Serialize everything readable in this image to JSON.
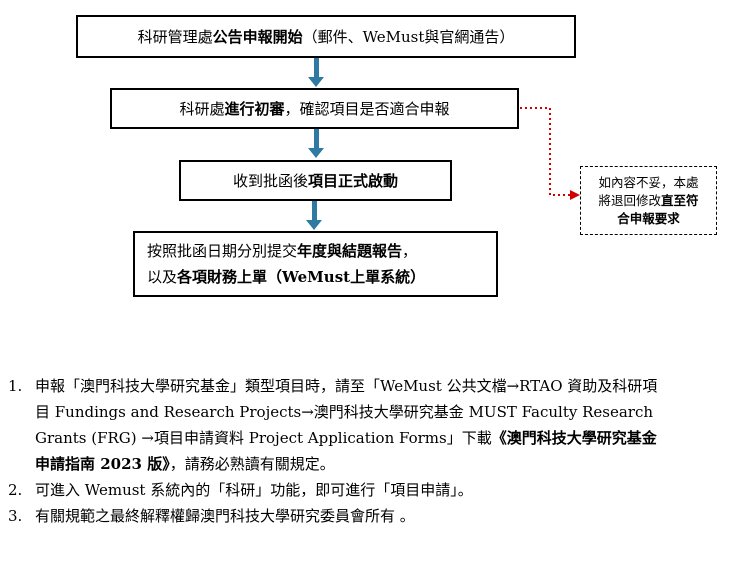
{
  "flow": {
    "step1": {
      "pre": "科研管理處",
      "bold": "公告申報開始",
      "post": "（郵件、WeMust與官網通告）"
    },
    "step2": {
      "pre": "科研處",
      "bold": "進行初審",
      "post": "，確認項目是否適合申報"
    },
    "step3": {
      "pre": "收到批函後",
      "bold": "項目正式啟動",
      "post": ""
    },
    "step4": {
      "line1_pre": "按照批函日期分別提交",
      "line1_bold": "年度與結題報告",
      "line1_post": "，",
      "line2_pre": "以及",
      "line2_bold": "各項財務上單（WeMust上單系統）",
      "line2_post": ""
    },
    "side": {
      "line1": "如內容不妥，本處",
      "line2_pre": "將退回修改",
      "line2_bold": "直至符",
      "line3_bold": "合申報要求"
    }
  },
  "colors": {
    "arrow": "#2f7aa3",
    "dotted": "#d00000"
  },
  "notes": [
    {
      "num": "1.",
      "pre": "申報「澳門科技大學研究基金」類型項目時，請至「WeMust 公共文檔→RTAO 資助及科研項目 Fundings and Research Projects→澳門科技大學研究基金 MUST Faculty Research Grants (FRG) →項目申請資料 Project Application Forms」下載",
      "bold": "《澳門科技大學研究基金申請指南 2023 版》",
      "post": "，請務必熟讀有關規定。"
    },
    {
      "num": "2.",
      "pre": "可進入 Wemust 系統內的「科研」功能，即可進行「項目申請」。",
      "bold": "",
      "post": ""
    },
    {
      "num": "3.",
      "pre": "有關規範之最終解釋權歸澳門科技大學研究委員會所有 。",
      "bold": "",
      "post": ""
    }
  ]
}
